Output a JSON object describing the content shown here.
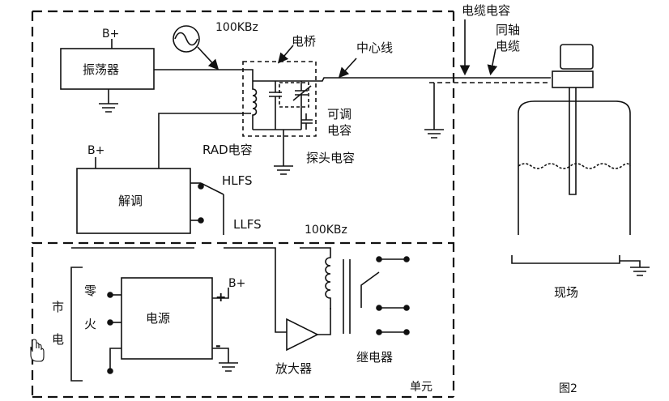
{
  "labels": {
    "b_plus": "B+",
    "oscillator": "振荡器",
    "freq_top": "100KBz",
    "bridge": "电桥",
    "center_wire": "中心线",
    "cable_capacitance": "电缆电容",
    "coax_line1": "同轴",
    "coax_line2": "电缆",
    "tunable_line1": "可调",
    "tunable_line2": "电容",
    "rad_capacitance": "RAD电容",
    "probe_capacitance": "探头电容",
    "demodulator": "解调",
    "hlfs": "HLFS",
    "llfs": "LLFS",
    "freq_bottom": "100KBz",
    "mains1": "市",
    "mains2": "电",
    "zero": "零",
    "live": "火",
    "power_supply": "电源",
    "plus_sign": "+",
    "minus_sign": "-",
    "amplifier": "放大器",
    "relay": "继电器",
    "unit": "单元",
    "field": "现场",
    "figure": "图2"
  },
  "colors": {
    "line": "#111111",
    "background": "#ffffff"
  },
  "icons": {
    "oscilloscope": "sine-wave-scope-icon",
    "cursor": "hand-cursor-icon"
  }
}
